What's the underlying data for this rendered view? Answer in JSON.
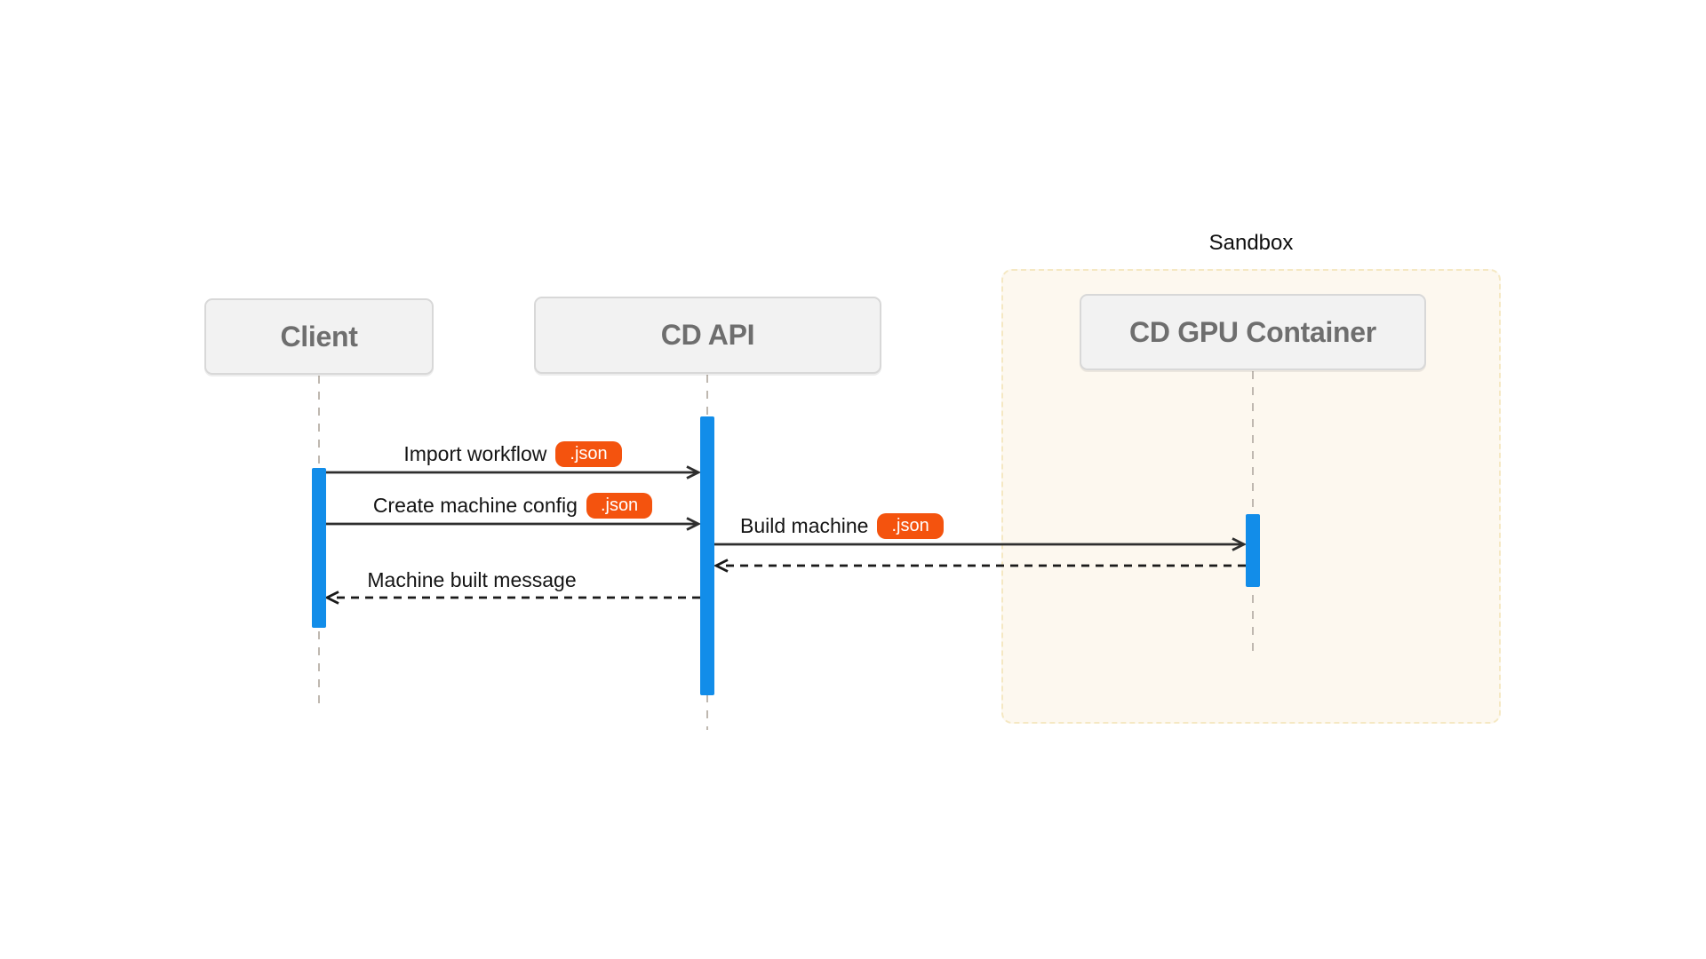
{
  "colors": {
    "accent_blue": "#128DE9",
    "badge_orange": "#F4530E",
    "box_fill": "#F2F2F2",
    "box_border": "#D8D8D8",
    "box_text": "#6E6E6E",
    "sandbox_fill": "#FDF8EF",
    "sandbox_border": "#F5E8C3",
    "lifeline_grey": "#BFB8B0",
    "arrow_dark": "#2E2E2E",
    "label_text": "#141414"
  },
  "diagram": {
    "type": "sequence",
    "group": {
      "label": "Sandbox"
    },
    "participants": [
      {
        "id": "client",
        "label": "Client"
      },
      {
        "id": "cd-api",
        "label": "CD API"
      },
      {
        "id": "cd-gpu-container",
        "label": "CD GPU Container"
      }
    ],
    "messages": [
      {
        "from": "Client",
        "to": "CD API",
        "label": "Import workflow",
        "badge": ".json",
        "line": "solid"
      },
      {
        "from": "Client",
        "to": "CD API",
        "label": "Create machine config",
        "badge": ".json",
        "line": "solid"
      },
      {
        "from": "CD API",
        "to": "CD GPU Container",
        "label": "Build machine",
        "badge": ".json",
        "line": "solid"
      },
      {
        "from": "CD GPU Container",
        "to": "CD API",
        "label": "",
        "line": "dashed"
      },
      {
        "from": "CD API",
        "to": "Client",
        "label": "Machine built message",
        "line": "dashed"
      }
    ]
  }
}
